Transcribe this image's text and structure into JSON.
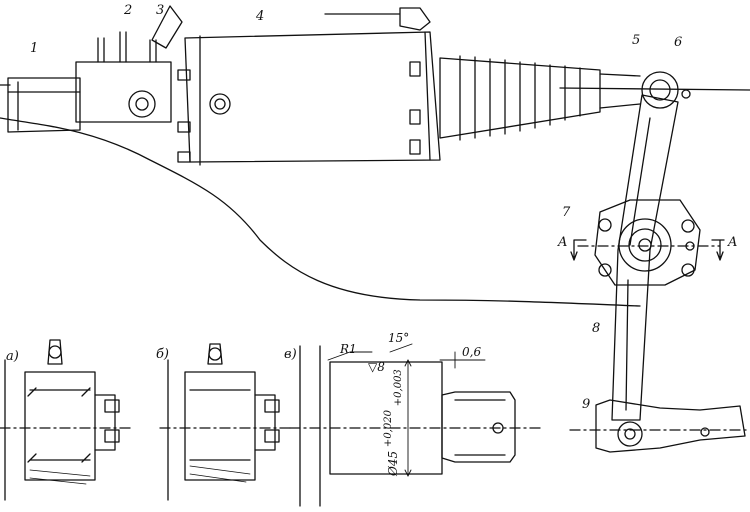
{
  "callouts": [
    "1",
    "2",
    "3",
    "4",
    "5",
    "6",
    "7",
    "8",
    "9"
  ],
  "section_marks": {
    "left": "A",
    "right": "A"
  },
  "views": {
    "a": "а)",
    "b": "б)",
    "v": "в)"
  },
  "dimensions": {
    "radius": "R1",
    "roughness": "▽8",
    "angle": "15°",
    "chamfer": "0,6",
    "diameter": "Ø45",
    "tol_upper": "+0,020",
    "tol_lower": "+0,003"
  }
}
